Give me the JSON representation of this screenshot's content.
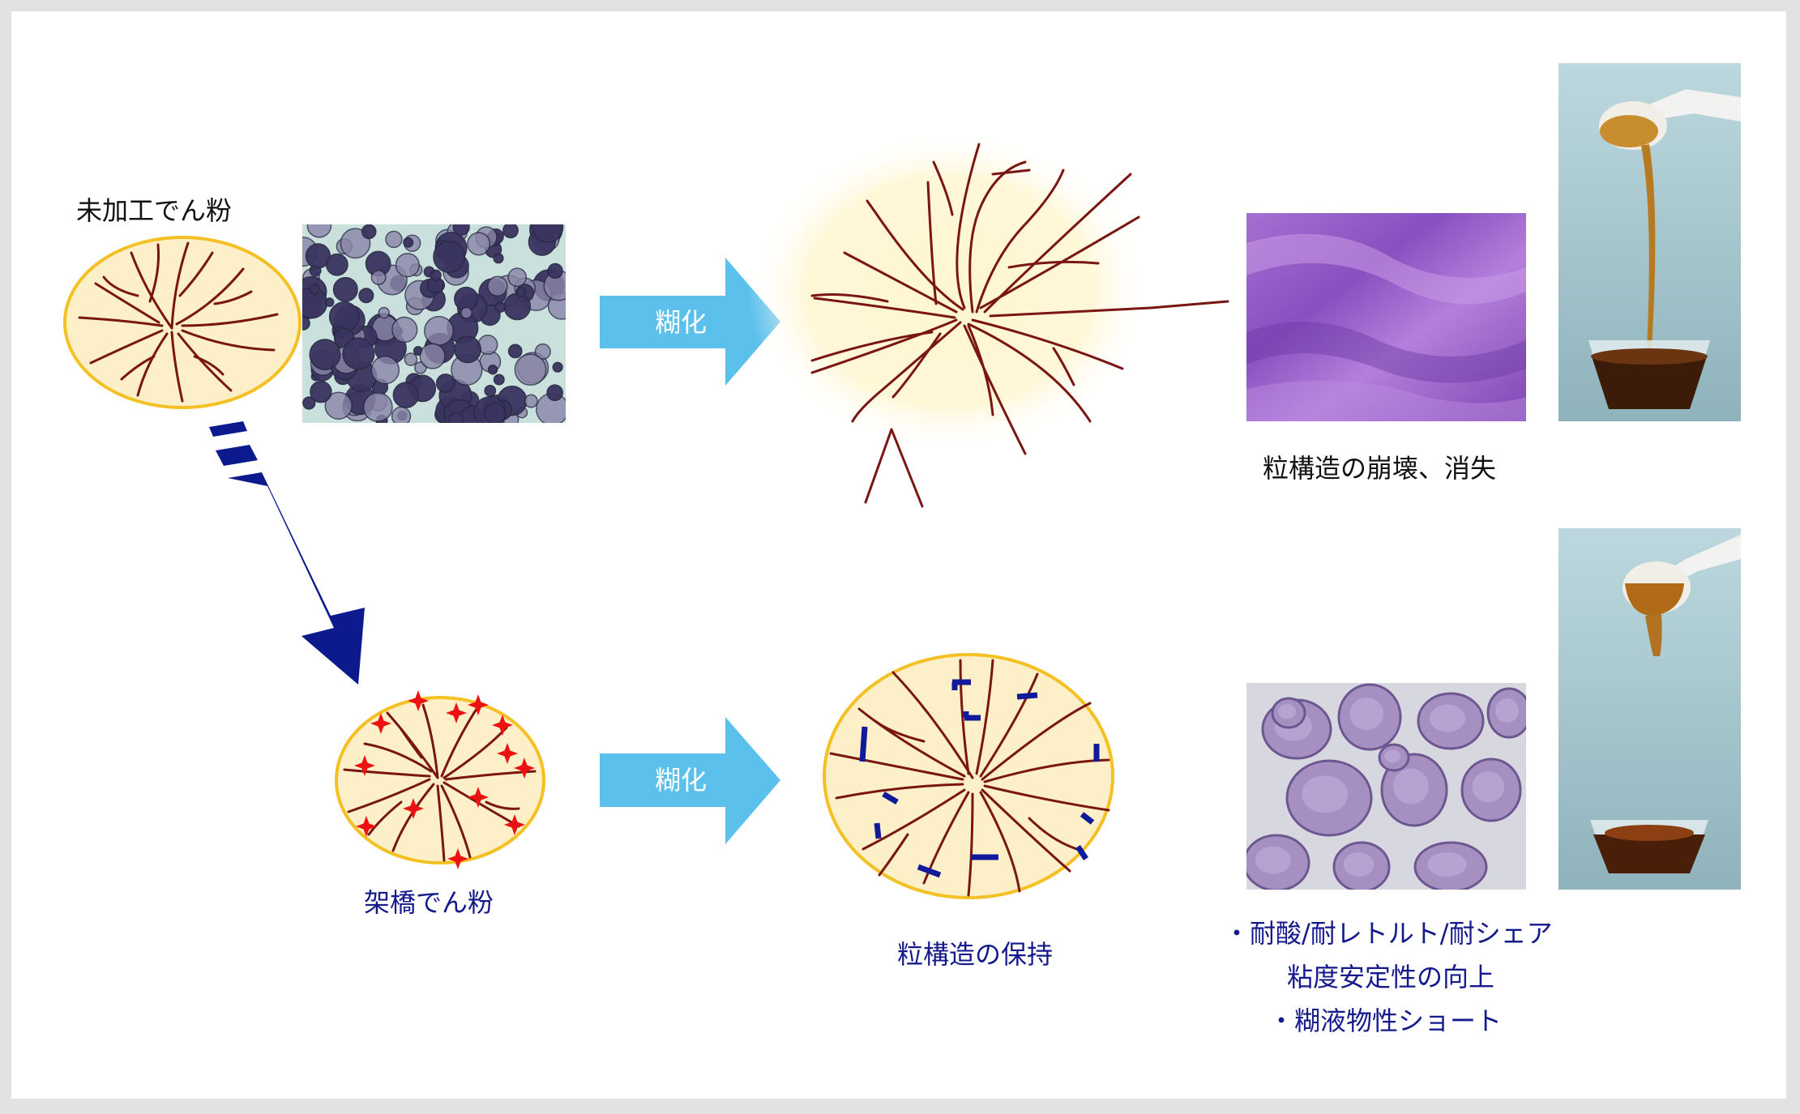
{
  "labels": {
    "raw_starch": "未加工でん粉",
    "crosslinked_starch": "架橋でん粉",
    "gelatinize_top": "糊化",
    "gelatinize_bottom": "糊化",
    "collapse": "粒構造の崩壊、消失",
    "retain": "粒構造の保持",
    "benefit_1": "・耐酸/耐レトルト/耐シェア",
    "benefit_2": "粘度安定性の向上",
    "benefit_3": "・糊液物性ショート"
  },
  "colors": {
    "granule_fill": "#fdf0c8",
    "granule_border": "#f5c024",
    "chain": "#7a1612",
    "crosslink_star": "#ee1111",
    "crosslink_bar": "#101a9a",
    "process_arrow": "#5bc0ec",
    "transform_arrow": "#0d1a8e",
    "label_dark": "#111111",
    "label_navy": "#141a8c"
  },
  "photos": [
    {
      "name": "micrograph-raw-granules",
      "icon": "stained-granules-image"
    },
    {
      "name": "micrograph-collapsed",
      "icon": "purple-smear-image"
    },
    {
      "name": "micrograph-retained-granules",
      "icon": "swollen-granules-image"
    },
    {
      "name": "photo-paste-stringy",
      "icon": "spoon-pouring-syrup-image"
    },
    {
      "name": "photo-paste-short",
      "icon": "spoon-short-paste-image"
    }
  ]
}
